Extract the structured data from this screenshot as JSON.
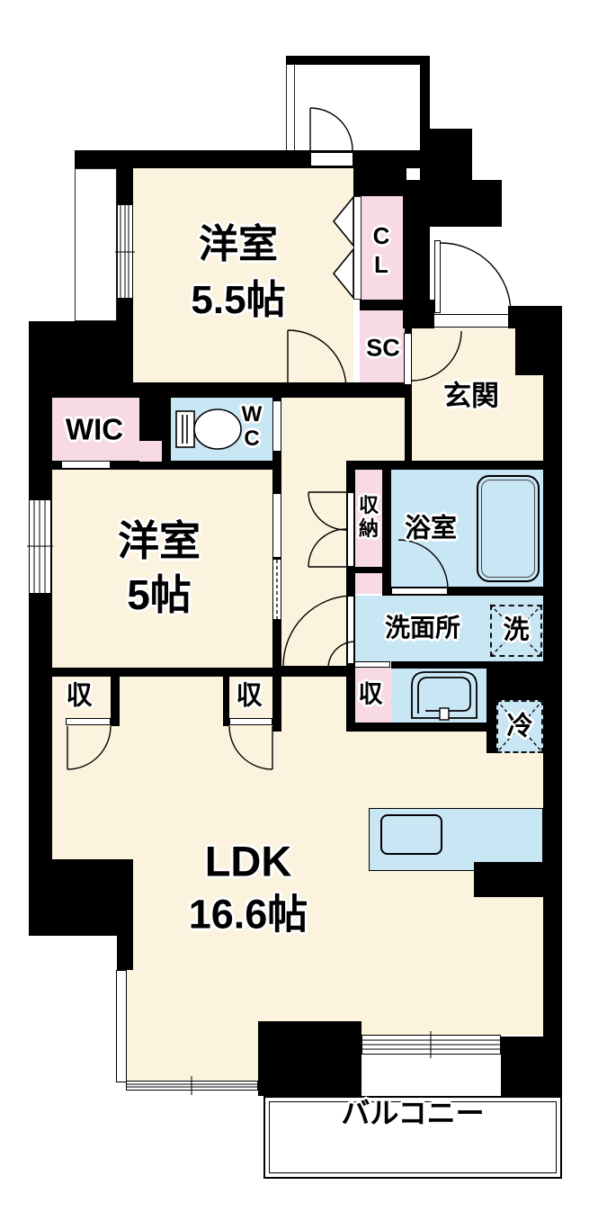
{
  "floorplan": {
    "labels": {
      "bedroom1_name": "洋室",
      "bedroom1_size": "5.5帖",
      "closet_c": "C",
      "closet_l": "L",
      "shoe_closet": "SC",
      "entrance": "玄関",
      "wic": "WIC",
      "wc_w": "W",
      "wc_c": "C",
      "bedroom2_name": "洋室",
      "bedroom2_size": "5帖",
      "storage_v1": "収",
      "storage_v2": "納",
      "bath": "浴室",
      "washroom": "洗面所",
      "washer": "洗",
      "storage_a": "収",
      "storage_b": "収",
      "storage_c": "収",
      "fridge": "冷",
      "ldk_name": "LDK",
      "ldk_size": "16.6帖",
      "balcony": "バルコニー"
    },
    "colors": {
      "room_floor": "#FBF3DD",
      "closet": "#F8DAE7",
      "wet_area": "#C9E6F4",
      "wall": "#000000",
      "background": "#FFFFFF"
    }
  }
}
